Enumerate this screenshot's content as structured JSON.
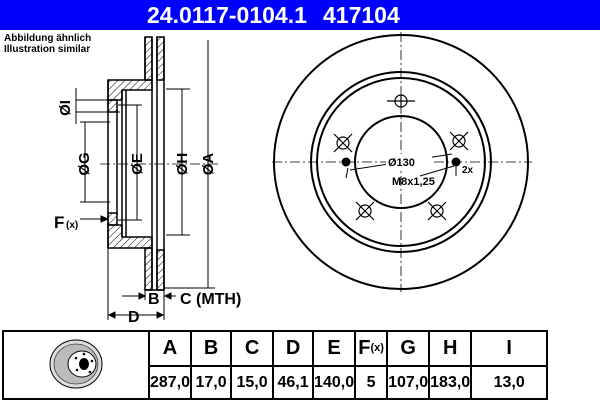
{
  "header": {
    "part_number": "24.0117-0104.1",
    "ate_number": "417104",
    "background_color": "#0000ff",
    "text_color": "#ffffff"
  },
  "note": {
    "line1": "Abbildung ähnlich",
    "line2": "Illustration similar"
  },
  "side_view": {
    "labels": {
      "I": "ØI",
      "G": "ØG",
      "E": "ØE",
      "H": "ØH",
      "A": "ØA",
      "F": "F",
      "F_sub": "(x)",
      "B": "B",
      "C": "C (MTH)",
      "D": "D"
    }
  },
  "front_view": {
    "bolt_circle": "Ø130",
    "thread": "M8x1,25",
    "thread_count": "2x"
  },
  "table": {
    "columns": [
      {
        "key": "A",
        "label": "A",
        "value": "287,0"
      },
      {
        "key": "B",
        "label": "B",
        "value": "17,0"
      },
      {
        "key": "C",
        "label": "C",
        "value": "15,0"
      },
      {
        "key": "D",
        "label": "D",
        "value": "46,1"
      },
      {
        "key": "E",
        "label": "E",
        "value": "140,0"
      },
      {
        "key": "F",
        "label": "F",
        "sub": "(x)",
        "value": "5"
      },
      {
        "key": "G",
        "label": "G",
        "value": "107,0"
      },
      {
        "key": "H",
        "label": "H",
        "value": "183,0"
      },
      {
        "key": "I",
        "label": "I",
        "value": "13,0"
      }
    ],
    "thumbnail_icon": "brake-disc-illustration"
  }
}
